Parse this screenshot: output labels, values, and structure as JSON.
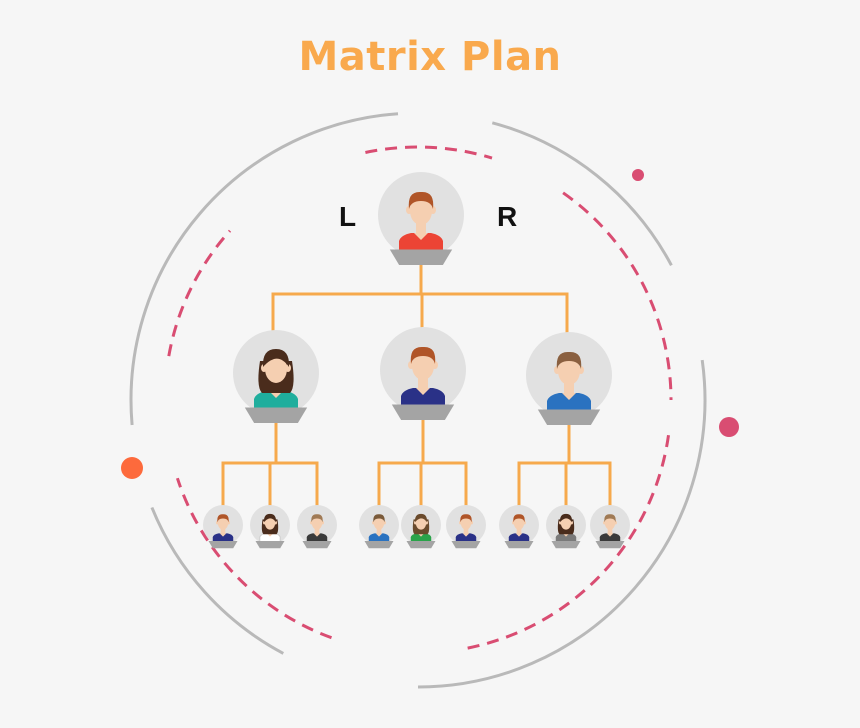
{
  "title": "Matrix Plan",
  "labels": {
    "left": "L",
    "right": "R"
  },
  "colors": {
    "title": "#f9a94d",
    "connector": "#f6a94c",
    "ring_gray": "#b9b9b9",
    "ring_dashed": "#d94d72",
    "dot_red": "#d94d72",
    "dot_orange": "#fd6a3c",
    "circle_bg": "#e1e1e1",
    "pedestal": "#a4a4a4",
    "skin": "#f5cfb1",
    "hair_brown": "#b05528",
    "hair_dark": "#4a2c1c",
    "hair_light": "#a07a55"
  },
  "tree": {
    "root": {
      "icon": "man-red-shirt-icon",
      "shirt": "#ec4435",
      "hair": "#b05528"
    },
    "level1": [
      {
        "icon": "woman-teal-shirt-icon",
        "shirt": "#1fae9d",
        "hair": "#4a2c1c",
        "female": true,
        "children": [
          {
            "icon": "man-navy-shirt-icon",
            "shirt": "#2a3187",
            "hair": "#b05528",
            "female": false
          },
          {
            "icon": "woman-white-shirt-icon",
            "shirt": "#ffffff",
            "hair": "#4a2c1c",
            "female": true
          },
          {
            "icon": "man-dark-shirt-icon",
            "shirt": "#3a3a3a",
            "hair": "#a07a55",
            "female": false
          }
        ]
      },
      {
        "icon": "man-navy-shirt-icon",
        "shirt": "#2a3187",
        "hair": "#b05528",
        "female": false,
        "children": [
          {
            "icon": "man-blue-shirt-icon",
            "shirt": "#2a72c0",
            "hair": "#7a5a3a",
            "female": false
          },
          {
            "icon": "woman-green-shirt-icon",
            "shirt": "#2aa34a",
            "hair": "#6a4a2c",
            "female": true
          },
          {
            "icon": "man-navy-shirt-icon",
            "shirt": "#2a3187",
            "hair": "#b05528",
            "female": false
          }
        ]
      },
      {
        "icon": "man-blue-shirt-icon",
        "shirt": "#2a72c0",
        "hair": "#8a6040",
        "female": false,
        "children": [
          {
            "icon": "man-navy-shirt-icon",
            "shirt": "#2a3187",
            "hair": "#b05528",
            "female": false
          },
          {
            "icon": "woman-gray-shirt-icon",
            "shirt": "#7a7a7a",
            "hair": "#4a2c1c",
            "female": true
          },
          {
            "icon": "man-dark-shirt-icon",
            "shirt": "#3a3a3a",
            "hair": "#a07a55",
            "female": false
          }
        ]
      }
    ]
  }
}
